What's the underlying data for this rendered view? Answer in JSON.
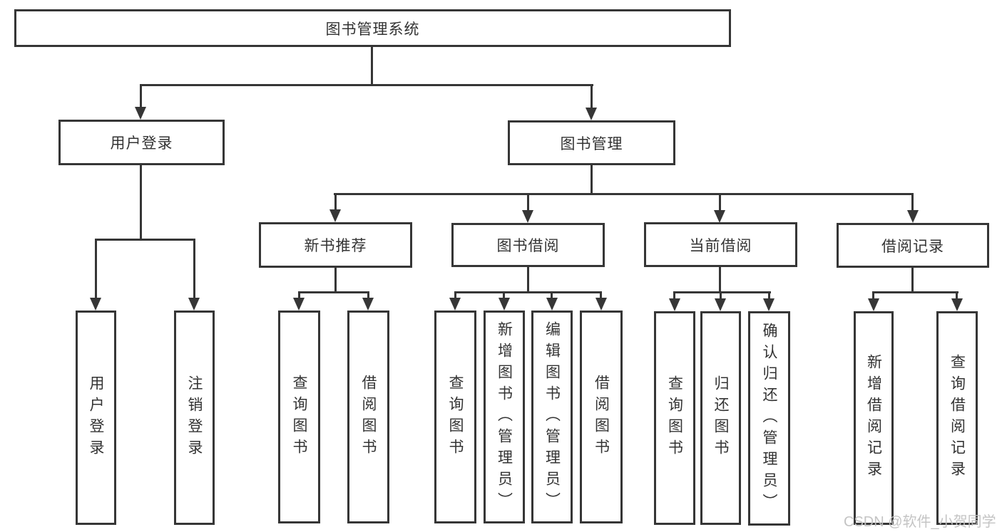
{
  "diagram": {
    "root": "图书管理系统",
    "level2": [
      "用户登录",
      "图书管理"
    ],
    "user_children": [
      "用户登录",
      "注销登录"
    ],
    "level3": [
      "新书推荐",
      "图书借阅",
      "当前借阅",
      "借阅记录"
    ],
    "group_new_book": [
      "查询图书",
      "借阅图书"
    ],
    "group_book_borrow": [
      "查询图书",
      "新增图书（管理员）",
      "编辑图书（管理员）",
      "借阅图书"
    ],
    "group_current_borrow": [
      "查询图书",
      "归还图书",
      "确认归还（管理员）"
    ],
    "group_borrow_records": [
      "新增借阅记录",
      "查询借阅记录"
    ]
  },
  "watermark": {
    "text": "CSDN @软件_小贺同学",
    "color": "#c1c1c1"
  },
  "colors": {
    "line": "#363636",
    "text": "#333333",
    "background": "#ffffff"
  }
}
